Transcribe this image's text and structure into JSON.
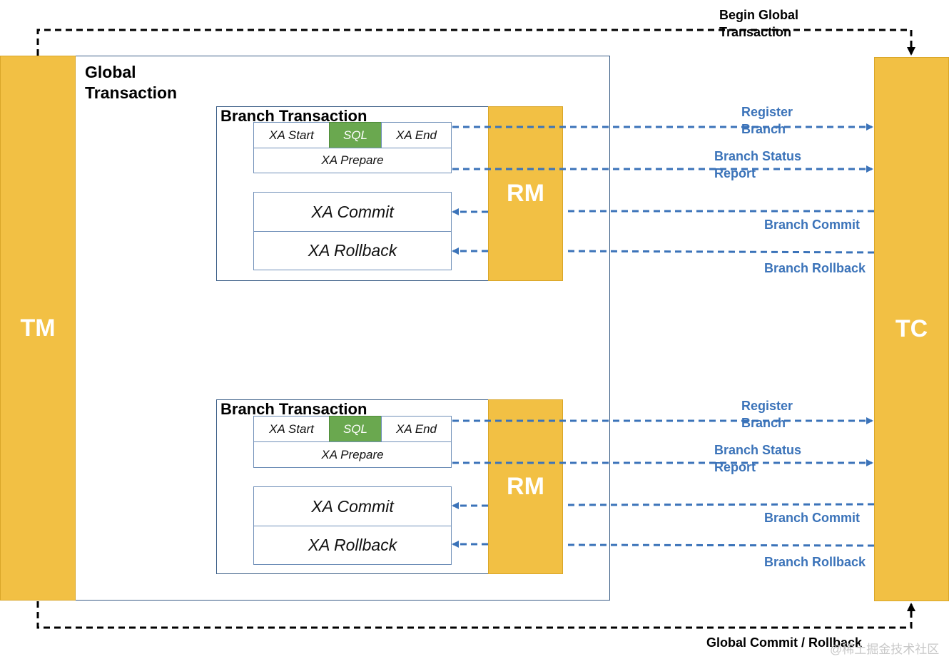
{
  "tm_label": "TM",
  "tc_label": "TC",
  "global_transaction_title": "Global\nTransaction",
  "begin_global_label": "Begin Global\nTransaction",
  "global_commit_label": "Global Commit / Rollback",
  "watermark": "@稀土掘金技术社区",
  "branches": [
    {
      "title": "Branch Transaction",
      "xa_start": "XA Start",
      "sql": "SQL",
      "xa_end": "XA End",
      "xa_prepare": "XA Prepare",
      "xa_commit": "XA Commit",
      "xa_rollback": "XA Rollback",
      "rm": "RM",
      "arrows": {
        "register": "Register\nBranch",
        "status": "Branch Status\nReport",
        "commit": "Branch Commit",
        "rollback": "Branch Rollback"
      }
    },
    {
      "title": "Branch Transaction",
      "xa_start": "XA Start",
      "sql": "SQL",
      "xa_end": "XA End",
      "xa_prepare": "XA Prepare",
      "xa_commit": "XA Commit",
      "xa_rollback": "XA Rollback",
      "rm": "RM",
      "arrows": {
        "register": "Register\nBranch",
        "status": "Branch Status\nReport",
        "commit": "Branch Commit",
        "rollback": "Branch Rollback"
      }
    }
  ],
  "colors": {
    "pillar": "#f2c044",
    "sql": "#6aa84f",
    "arrow_blue": "#3b73b9",
    "border": "#3a5d86"
  }
}
